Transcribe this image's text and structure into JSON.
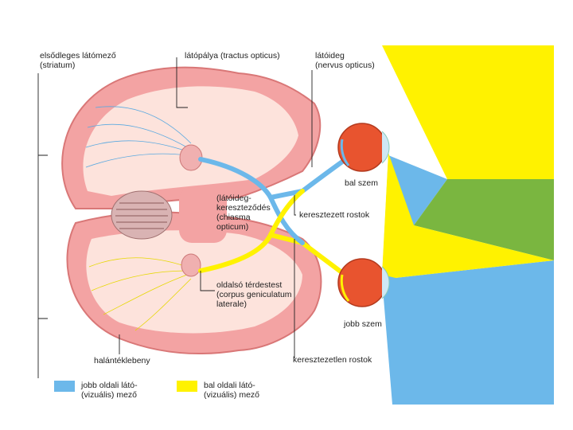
{
  "labels": {
    "primary_visual_cortex": "elsődleges látómező\n(striatum)",
    "optic_tract": "látópálya (tractus opticus)",
    "optic_nerve": "látóideg\n(nervus opticus)",
    "left_eye": "bal szem",
    "optic_chiasm": "(látóideg-\nkereszteződés\n(chiasma\nopticum)",
    "crossed_fibers": "keresztezett rostok",
    "lateral_geniculate": "oldalsó térdestest\n(corpus geniculatum\nlaterale)",
    "right_eye": "jobb szem",
    "temporal_lobe": "halántéklebeny",
    "uncrossed_fibers": "keresztezetlen rostok"
  },
  "legend": [
    {
      "color": "#6cb8ea",
      "text": "jobb oldali látó-\n(vizuális) mező"
    },
    {
      "color": "#fff200",
      "text": "bal oldali látó-\n(vizuális) mező"
    }
  ],
  "colors": {
    "right_field_blue": "#6cb8ea",
    "left_field_yellow": "#fff200",
    "overlap_green": "#7ab640",
    "brain_pink": "#f3a3a3",
    "cortex_light": "#fde3dc",
    "eye_red": "#e8542f"
  }
}
